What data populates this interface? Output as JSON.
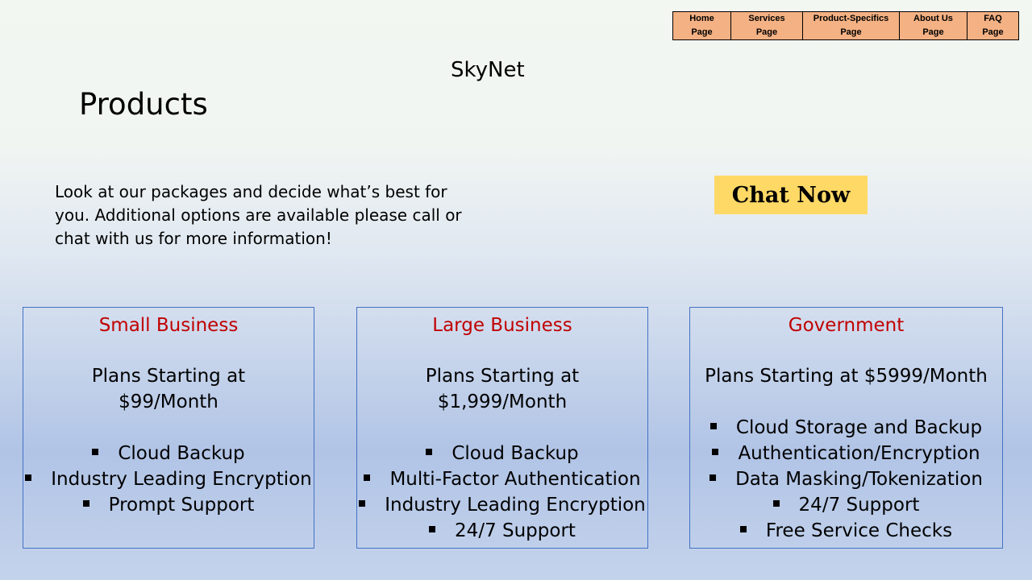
{
  "nav": [
    {
      "line1": "Home",
      "line2": "Page"
    },
    {
      "line1": "Services",
      "line2": "Page"
    },
    {
      "line1": "Product-Specifics",
      "line2": "Page"
    },
    {
      "line1": "About Us",
      "line2": "Page"
    },
    {
      "line1": "FAQ",
      "line2": "Page"
    }
  ],
  "brand": "SkyNet",
  "page_title": "Products",
  "intro": "Look at our packages and decide what’s best for you. Additional options are available please call or chat with us for more information!",
  "chat_button": "Chat Now",
  "colors": {
    "nav_background": "#f4b183",
    "chat_button": "#ffd966",
    "card_title": "#c00000",
    "card_border": "#4472c4"
  },
  "cards": [
    {
      "title": "Small Business",
      "price_lines": [
        "Plans Starting at",
        "$99/Month"
      ],
      "features": [
        "Cloud Backup",
        "Industry Leading Encryption",
        "Prompt Support"
      ]
    },
    {
      "title": "Large Business",
      "price_lines": [
        "Plans Starting at",
        "$1,999/Month"
      ],
      "features": [
        "Cloud Backup",
        "Multi-Factor Authentication",
        "Industry Leading Encryption",
        "24/7 Support"
      ]
    },
    {
      "title": "Government",
      "price_lines": [
        "Plans Starting at $5999/Month"
      ],
      "features": [
        "Cloud Storage and Backup",
        "Authentication/Encryption",
        "Data Masking/Tokenization",
        "24/7 Support",
        "Free Service Checks"
      ]
    }
  ]
}
